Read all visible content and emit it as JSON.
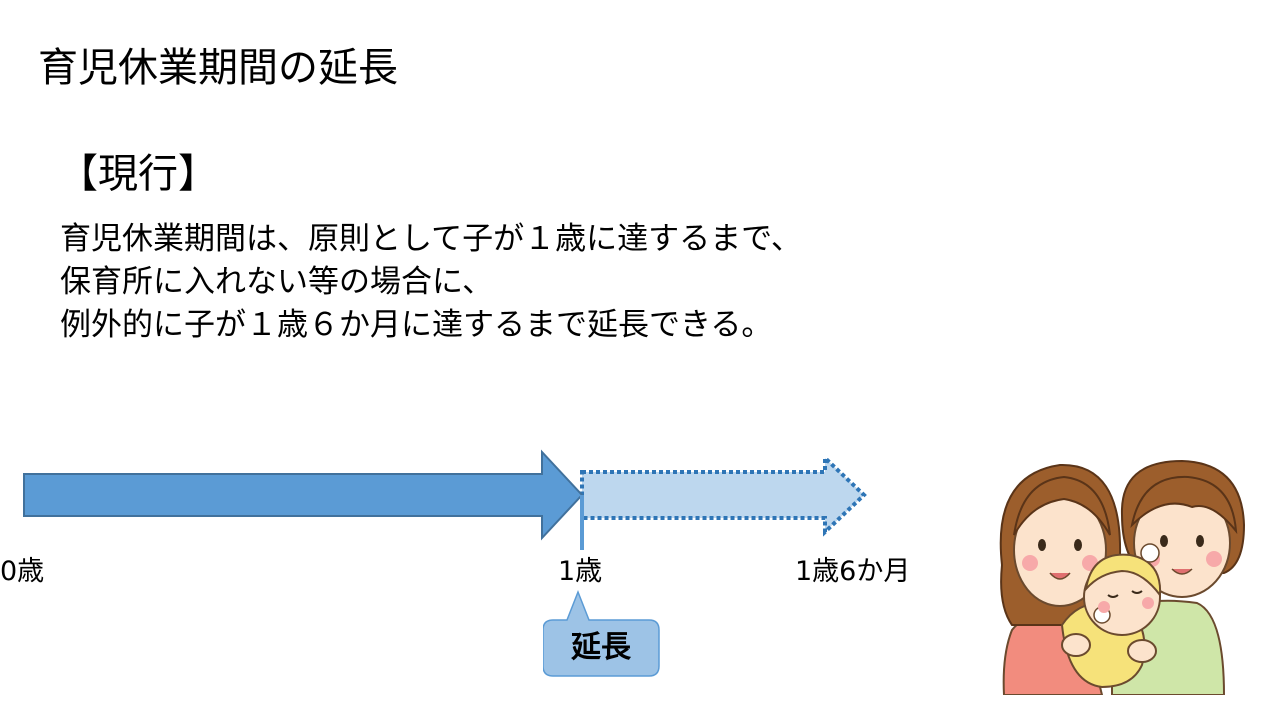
{
  "slide": {
    "title": "育児休業期間の延長",
    "section_heading": "【現行】",
    "description_lines": [
      "育児休業期間は、原則として子が１歳に達するまで、",
      "保育所に入れない等の場合に、",
      "例外的に子が１歳６か月に達するまで延長できる。"
    ]
  },
  "timeline": {
    "ticks": [
      "0歳",
      "1歳",
      "1歳6か月"
    ],
    "extension_label": "延長",
    "colors": {
      "solid_arrow_fill": "#5B9BD5",
      "solid_arrow_stroke": "#41719C",
      "dashed_arrow_fill": "#BDD7EE",
      "dashed_arrow_stroke": "#2E75B6",
      "divider": "#5B9BD5",
      "callout_fill": "#9DC3E6",
      "callout_stroke": "#5B9BD5"
    }
  },
  "illustration": {
    "icon": "family-with-baby-illustration"
  }
}
